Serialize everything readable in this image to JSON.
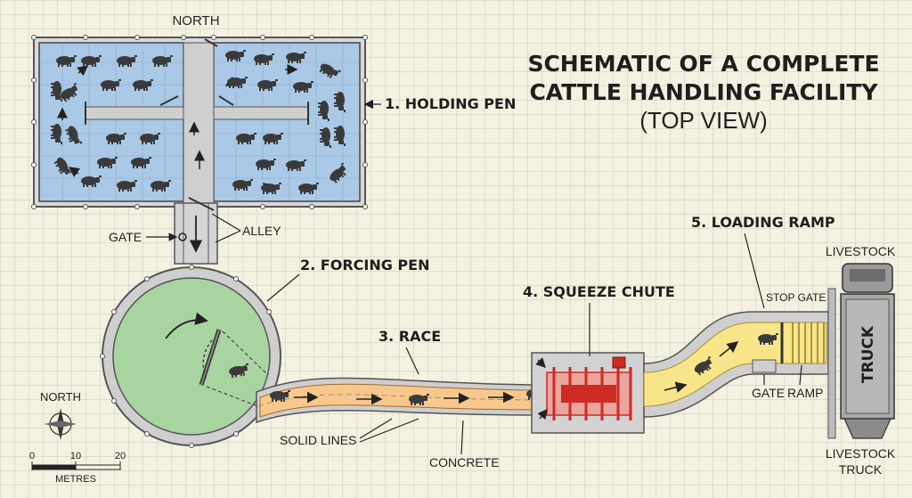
{
  "title": {
    "line1": "SCHEMATIC OF A COMPLETE",
    "line2": "CATTLE HANDLING FACILITY",
    "line3": "(TOP VIEW)"
  },
  "labels": {
    "north_top": "NORTH",
    "holding_pen": "1. HOLDING PEN",
    "forcing_pen": "2. FORCING PEN",
    "race": "3. RACE",
    "squeeze_chute": "4. SQUEEZE CHUTE",
    "loading_ramp": "5. LOADING RAMP",
    "gate_left": "GATE",
    "alley": "ALLEY",
    "solid_lines": "SOLID LINES",
    "concrete": "CONCRETE",
    "stop_gate": "STOP GATE",
    "gate_right": "GATE",
    "ramp": "RAMP",
    "livestock_top": "LIVESTOCK",
    "truck": "TRUCK",
    "livestock_bottom1": "LIVESTOCK",
    "livestock_bottom2": "TRUCK"
  },
  "legend": {
    "compass_label": "NORTH",
    "scale_ticks": [
      "0",
      "10",
      "20"
    ],
    "scale_unit": "METRES"
  },
  "colors": {
    "holding_pen_fill": "#a9c9e6",
    "forcing_pen_fill": "#a8d4a0",
    "race_fill": "#f6c88e",
    "ramp_fill": "#f8e58a",
    "chute_red": "#cc2a22",
    "concrete": "#cfcfcf",
    "cattle": "#3a3a3a"
  }
}
